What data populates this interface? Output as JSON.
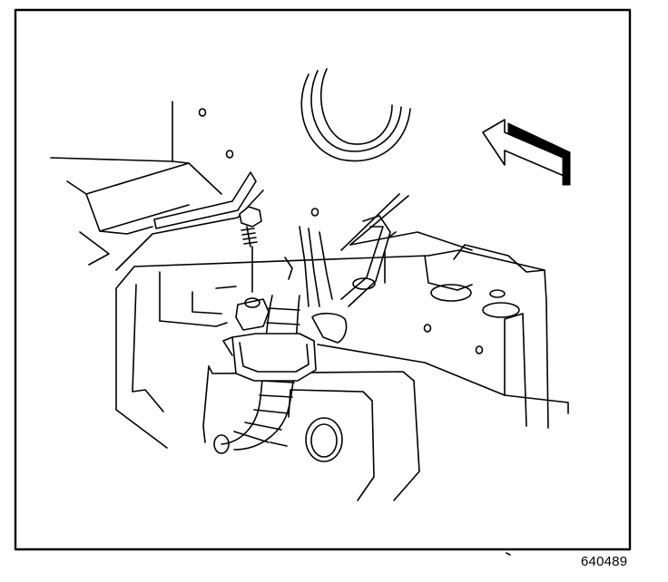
{
  "figure": {
    "number": "640489"
  },
  "colors": {
    "ink": "#000000",
    "paper": "#ffffff"
  },
  "parts": [
    "bolt",
    "wiring-harness",
    "harness-grommet",
    "direction-arrow"
  ]
}
